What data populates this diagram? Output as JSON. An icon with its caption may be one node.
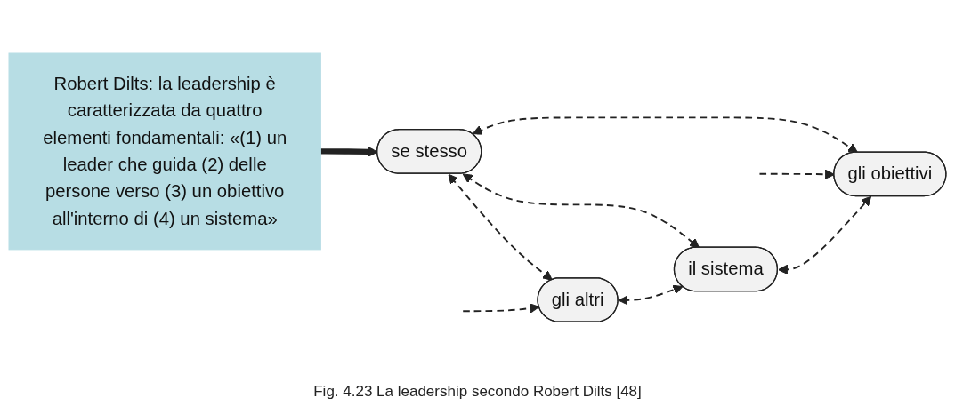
{
  "diagram": {
    "caption": "Fig. 4.23 La leadership secondo Robert Dilts [48]",
    "nodes": [
      {
        "text": [
          "Robert Dilts: la leadership è caratterizzata da quattro elementi fondamentali: «(1) un leader che guida (2) delle persone verso (3) un obiettivo all'interno di (4) un sistema»"
        ]
      },
      {
        "text": [
          "se stesso"
        ]
      },
      {
        "text": [
          "gli altri"
        ]
      },
      {
        "text": [
          "il sistema"
        ]
      },
      {
        "text": [
          "gli obiettivi"
        ]
      }
    ],
    "edges": [
      {
        "from": 0,
        "to": 1,
        "arrow": "to",
        "style": "thick"
      },
      {
        "from": 1,
        "to": 2,
        "arrow": "both",
        "style": "dashed"
      },
      {
        "from": 1,
        "to": 3,
        "arrow": "both",
        "style": "dashed"
      },
      {
        "from": 2,
        "to": 3,
        "arrow": "both",
        "style": "dashed"
      },
      {
        "from": 3,
        "to": 4,
        "arrow": "both",
        "style": "dashed"
      },
      {
        "from": 1,
        "to": 4,
        "arrow": "both",
        "style": "dashed"
      },
      {
        "from": null,
        "to": 2,
        "arrow": "to",
        "style": "dashed"
      },
      {
        "from": null,
        "to": 4,
        "arrow": "to",
        "style": "dashed"
      }
    ]
  }
}
